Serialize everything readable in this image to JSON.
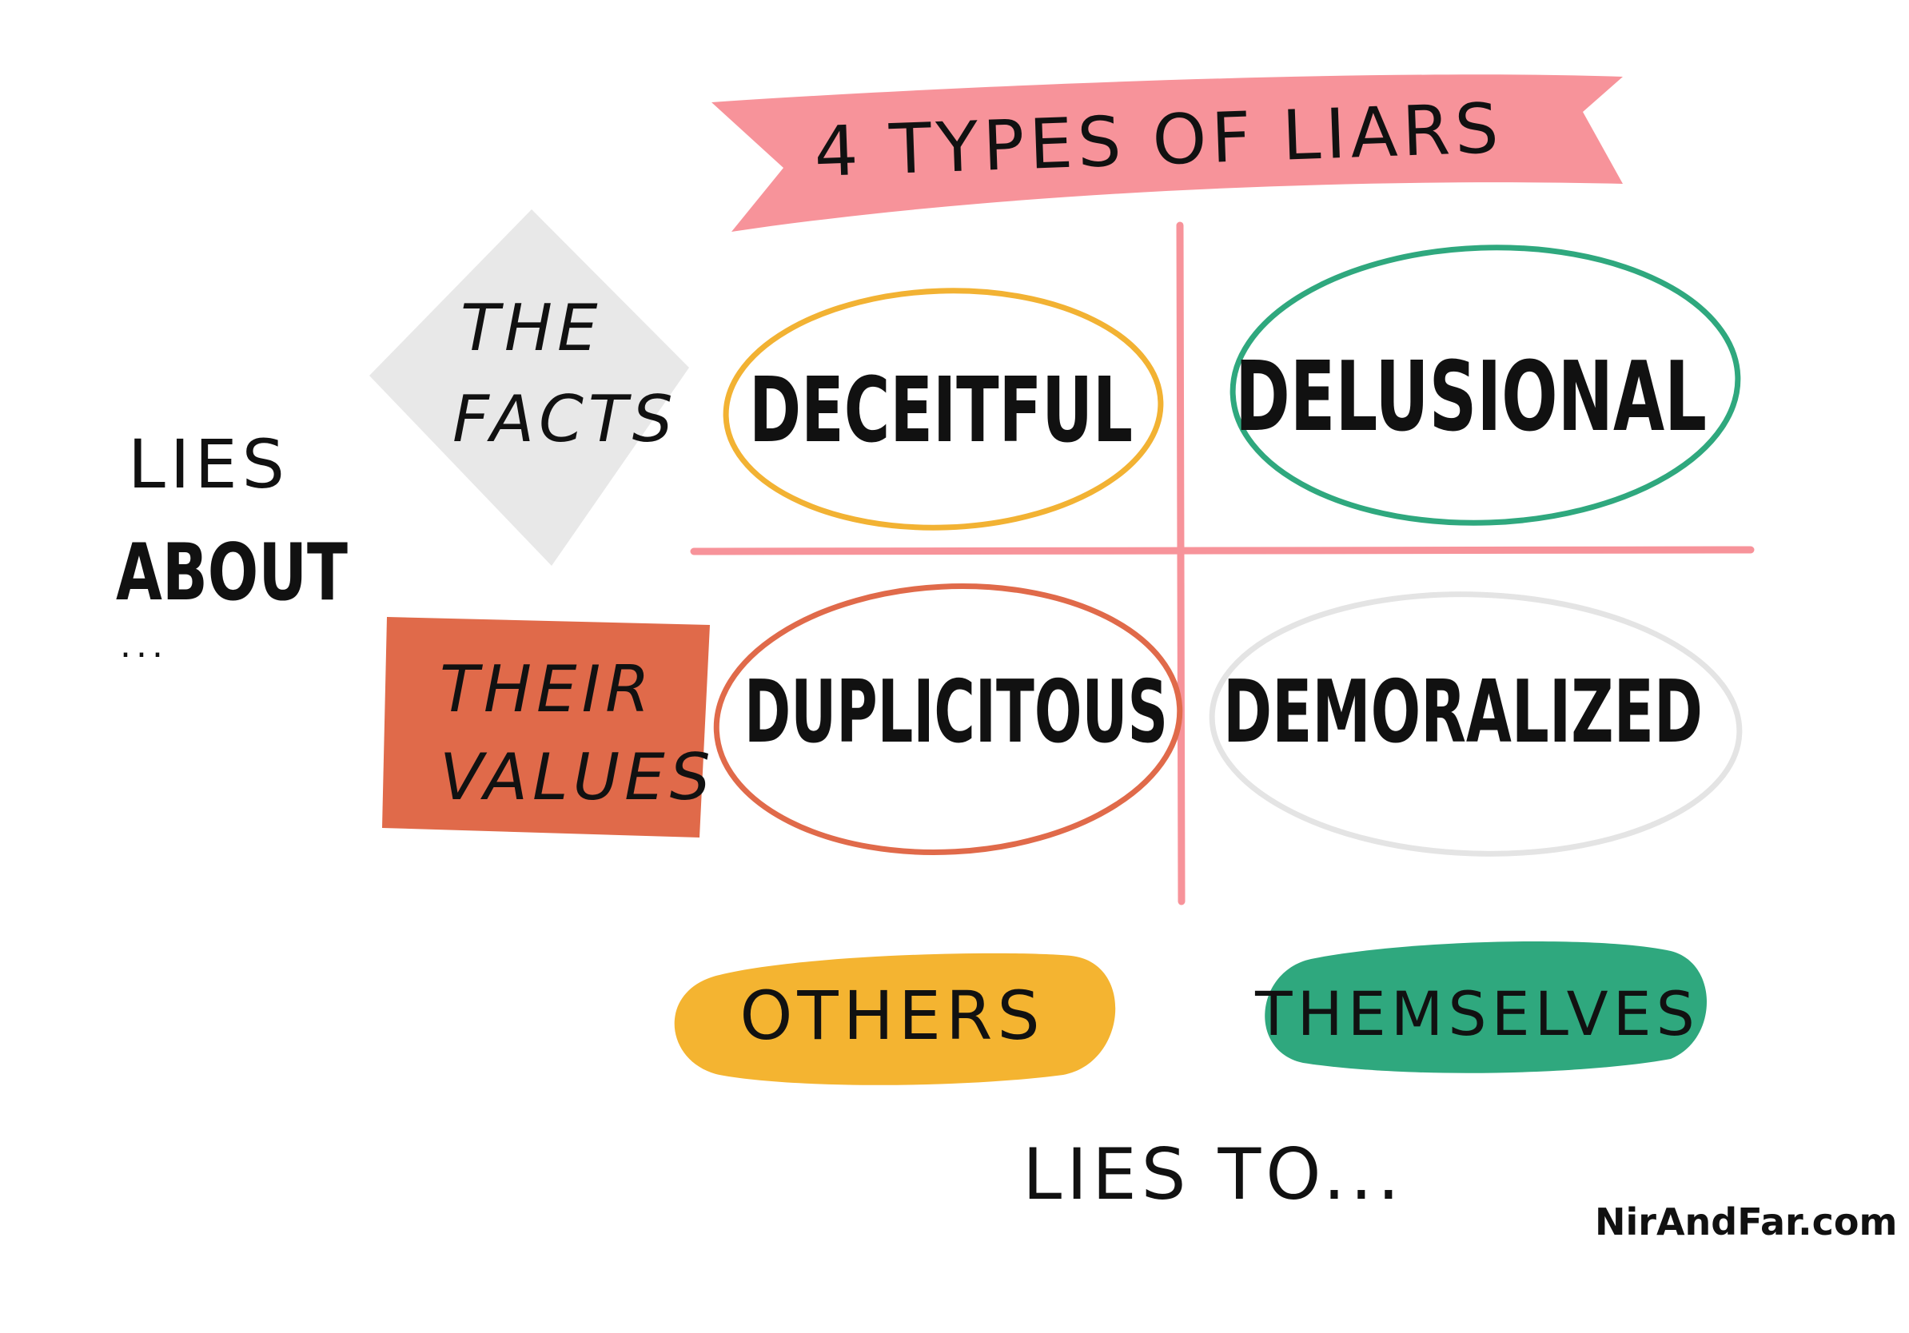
{
  "title": "4 TYPES OF LIARS",
  "row_axis": {
    "label_line1": "LIES",
    "label_line2": "ABOUT",
    "label_line3": "...",
    "rows": [
      {
        "line1": "THE",
        "line2": "FACTS"
      },
      {
        "line1": "THEIR",
        "line2": "VALUES"
      }
    ]
  },
  "column_axis": {
    "label": "LIES TO...",
    "columns": [
      "OTHERS",
      "THEMSELVES"
    ]
  },
  "quadrants": {
    "top_left": "DECEITFUL",
    "top_right": "DELUSIONAL",
    "bottom_left": "DUPLICITOUS",
    "bottom_right": "DEMORALIZED"
  },
  "credit": "NirAndFar.com",
  "colors": {
    "banner": "#F7939A",
    "grid_lines": "#F7939A",
    "facts_diamond": "#E8E8E8",
    "values_box": "#E06A4A",
    "deceitful_outline": "#F2B233",
    "delusional_outline": "#2FA87E",
    "duplicitous_outline": "#E06A4A",
    "demoralized_outline": "#E4E4E4",
    "others_pill": "#F4B431",
    "themselves_pill": "#2FA87E"
  },
  "icons": [
    "banner-ribbon",
    "diamond-shape"
  ]
}
